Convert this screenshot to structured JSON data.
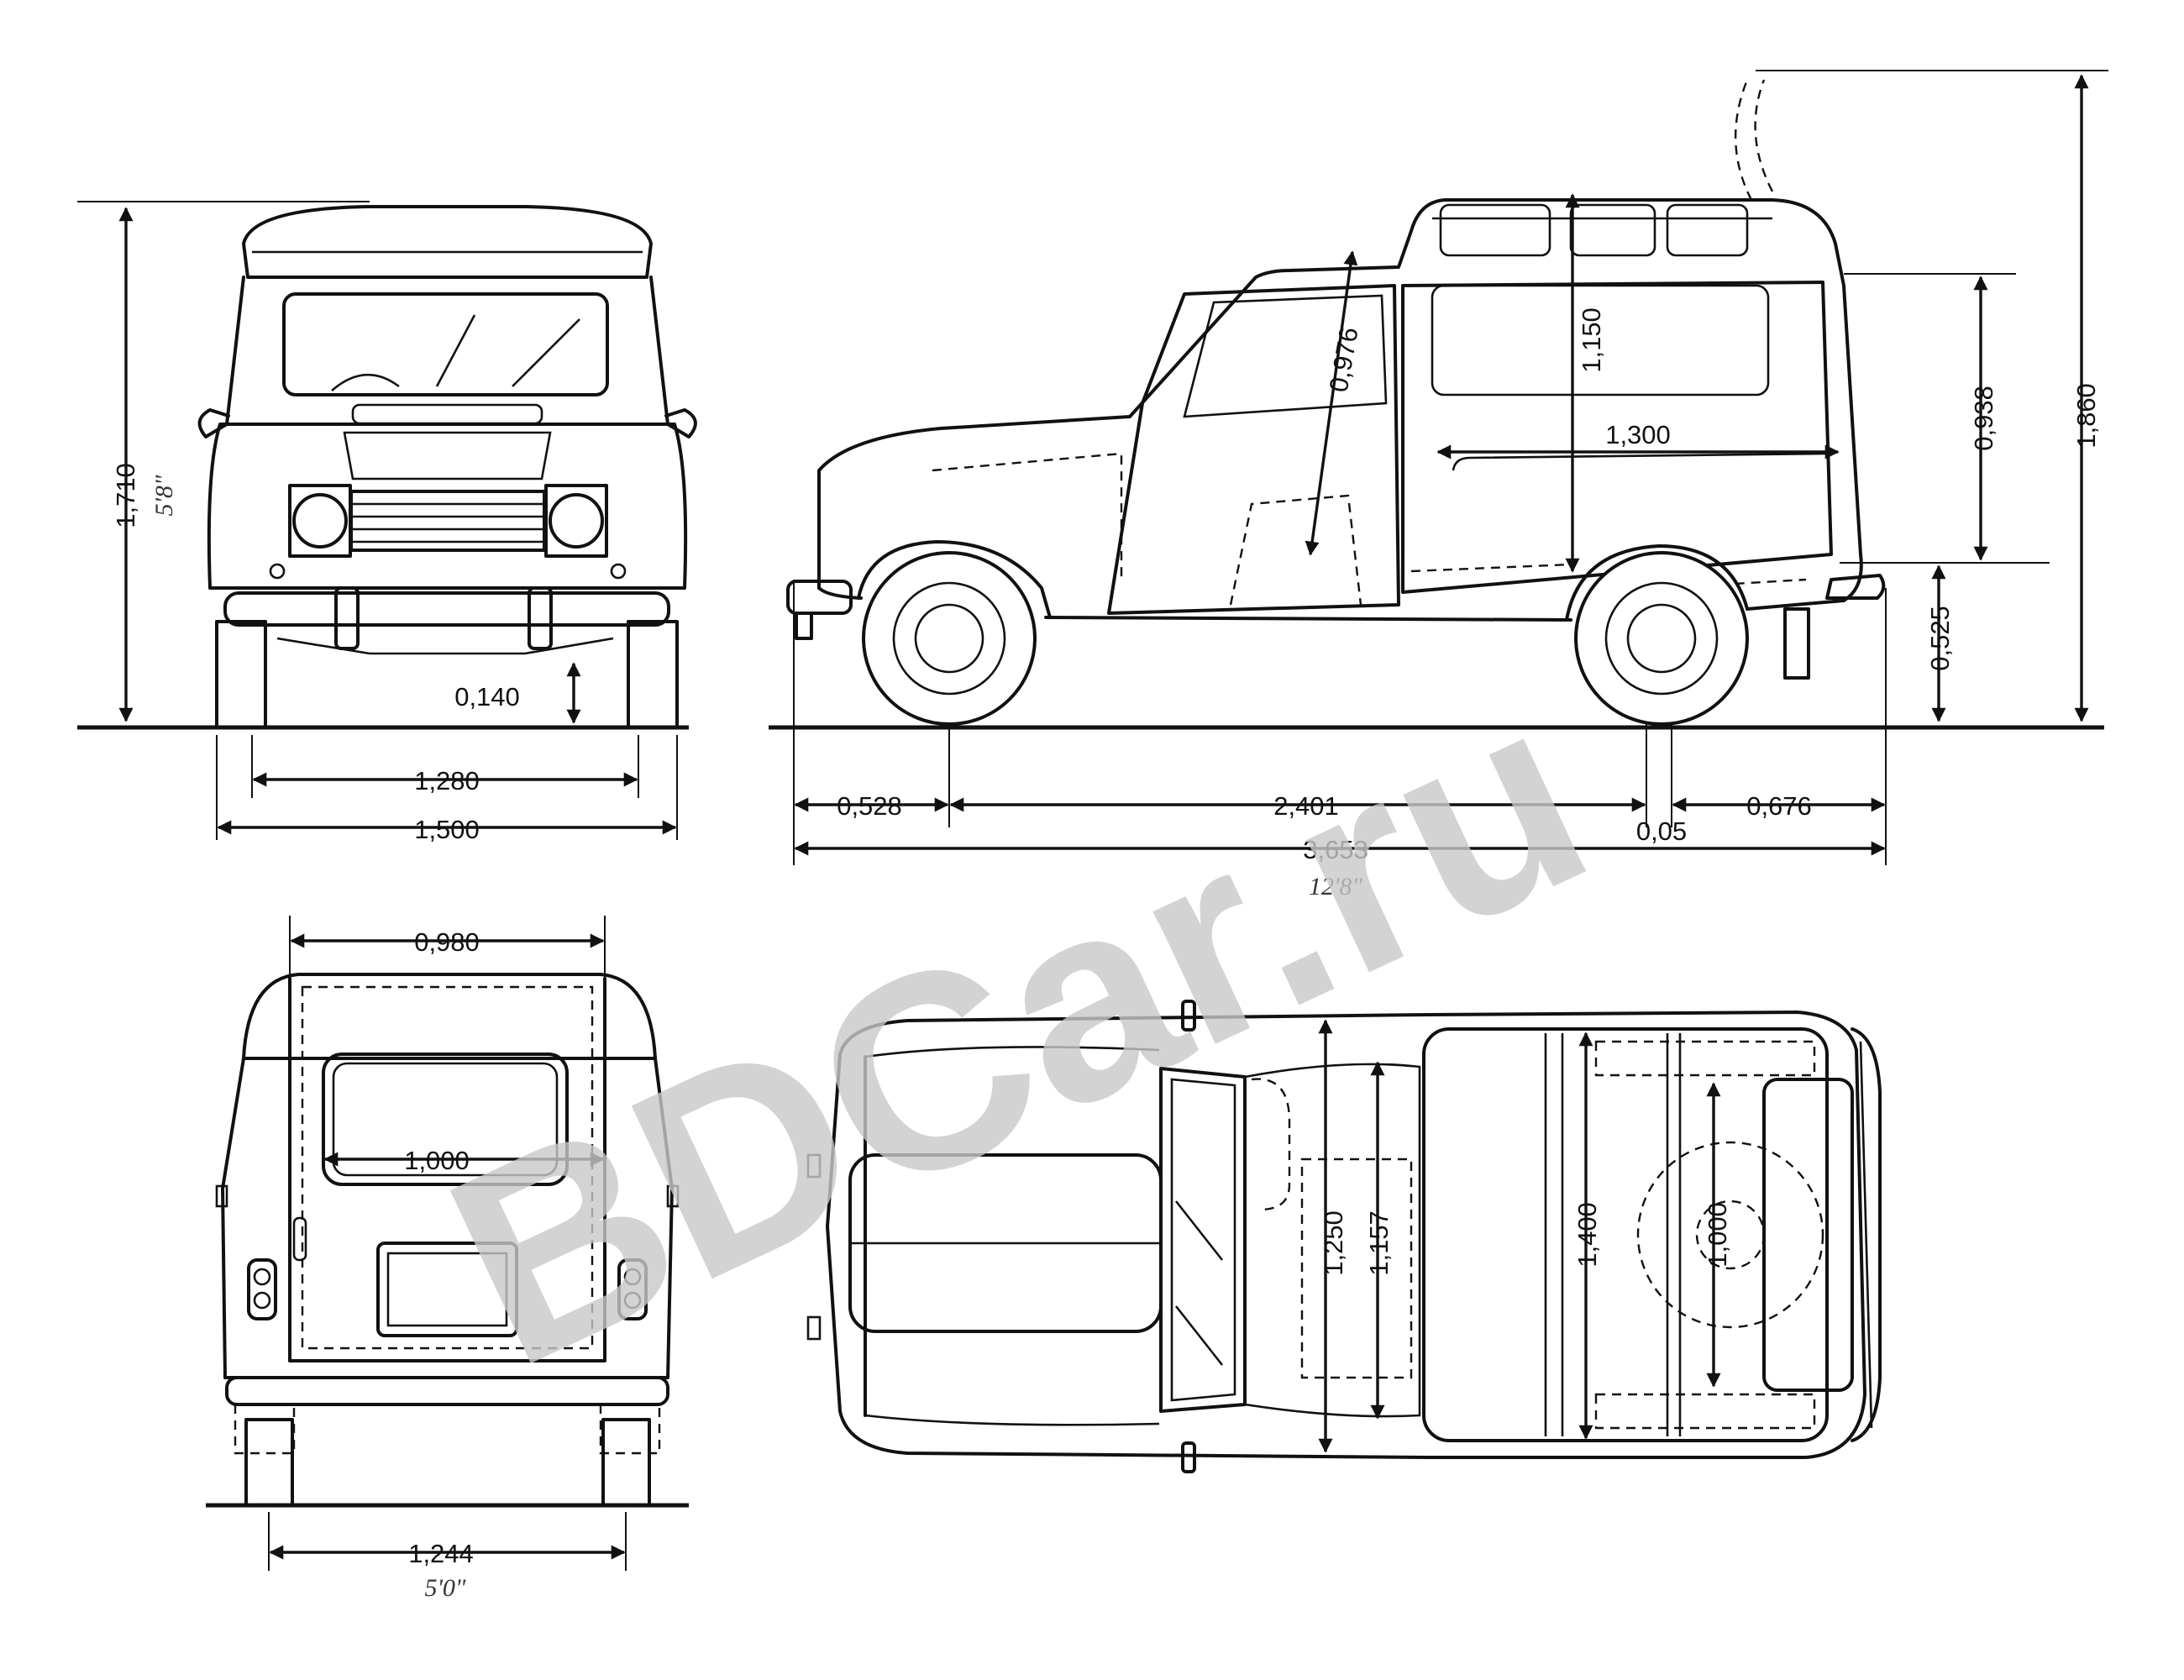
{
  "watermark": "BDCar.ru",
  "front_view": {
    "dims": {
      "overall_height": "1,710",
      "overall_height_imperial": "5'8\"",
      "ground_clearance": "0,140",
      "front_track": "1,280",
      "overall_width": "1,500"
    }
  },
  "side_view": {
    "dims": {
      "front_overhang": "0,528",
      "wheelbase": "2,401",
      "wheel_offset": "0,05",
      "rear_overhang": "0,676",
      "overall_length": "3,653",
      "overall_length_imperial": "12'8\"",
      "door_height": "0,976",
      "cargo_height": "1,150",
      "cargo_length": "1,300",
      "rear_opening_height": "0,938",
      "max_height": "1,860",
      "load_sill_height": "0,525"
    }
  },
  "rear_view": {
    "dims": {
      "rear_door_width": "0,980",
      "rear_window_width": "1,000",
      "rear_track": "1,244",
      "rear_track_imperial": "5'0\""
    }
  },
  "top_view": {
    "dims": {
      "cab_width": "1,250",
      "door_opening_width": "1,157",
      "cargo_width": "1,400",
      "wheel_arch_width": "1,000"
    }
  }
}
